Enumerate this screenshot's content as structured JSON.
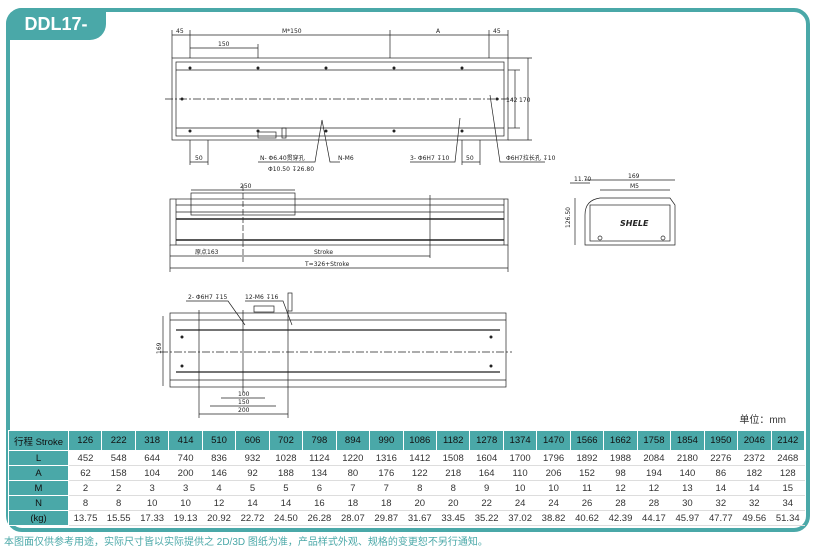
{
  "title": "DDL17-8009",
  "unit_label": "单位：mm",
  "drawing": {
    "top_view": {
      "dim_45_left": "45",
      "dim_m150": "M*150",
      "dim_a": "A",
      "dim_45_right": "45",
      "dim_150": "150",
      "dim_142": "142",
      "dim_170": "170",
      "dim_50_left": "50",
      "dim_50_right": "50",
      "note_holes": "N- Φ6.40贯穿孔",
      "note_counterbore": "Φ10.50 ↧26.80",
      "note_nm6": "N-M6",
      "note_pin": "3- Φ6H7 ↧10",
      "note_slot": "Φ6H7拉长孔 ↧10"
    },
    "front_view": {
      "dim_250": "250",
      "dim_origin": "原点163",
      "dim_stroke": "Stroke",
      "dim_total": "T=326+Stroke"
    },
    "side_view": {
      "dim_1170": "11.70",
      "dim_169": "169",
      "dim_m5": "M5",
      "dim_12650": "126.50",
      "brand": "SHELE"
    },
    "bottom_view": {
      "note_pin": "2- Φ6H7 ↧15",
      "note_m6": "12-M6 ↧16",
      "dim_height": "169",
      "dim_100": "100",
      "dim_150": "150",
      "dim_200": "200"
    }
  },
  "table": {
    "header_label": "行程 Stroke",
    "strokes": [
      "126",
      "222",
      "318",
      "414",
      "510",
      "606",
      "702",
      "798",
      "894",
      "990",
      "1086",
      "1182",
      "1278",
      "1374",
      "1470",
      "1566",
      "1662",
      "1758",
      "1854",
      "1950",
      "2046",
      "2142"
    ],
    "rows": [
      {
        "label": "L",
        "values": [
          "452",
          "548",
          "644",
          "740",
          "836",
          "932",
          "1028",
          "1124",
          "1220",
          "1316",
          "1412",
          "1508",
          "1604",
          "1700",
          "1796",
          "1892",
          "1988",
          "2084",
          "2180",
          "2276",
          "2372",
          "2468"
        ]
      },
      {
        "label": "A",
        "values": [
          "62",
          "158",
          "104",
          "200",
          "146",
          "92",
          "188",
          "134",
          "80",
          "176",
          "122",
          "218",
          "164",
          "110",
          "206",
          "152",
          "98",
          "194",
          "140",
          "86",
          "182",
          "128"
        ]
      },
      {
        "label": "M",
        "values": [
          "2",
          "2",
          "3",
          "3",
          "4",
          "5",
          "5",
          "6",
          "7",
          "7",
          "8",
          "8",
          "9",
          "10",
          "10",
          "11",
          "12",
          "12",
          "13",
          "14",
          "14",
          "15"
        ]
      },
      {
        "label": "N",
        "values": [
          "8",
          "8",
          "10",
          "10",
          "12",
          "14",
          "14",
          "16",
          "18",
          "18",
          "20",
          "20",
          "22",
          "24",
          "24",
          "26",
          "28",
          "28",
          "30",
          "32",
          "32",
          "34"
        ]
      },
      {
        "label": "(kg)",
        "values": [
          "13.75",
          "15.55",
          "17.33",
          "19.13",
          "20.92",
          "22.72",
          "24.50",
          "26.28",
          "28.07",
          "29.87",
          "31.67",
          "33.45",
          "35.22",
          "37.02",
          "38.82",
          "40.62",
          "42.39",
          "44.17",
          "45.97",
          "47.77",
          "49.56",
          "51.34"
        ]
      }
    ]
  },
  "footer": "本图面仅供参考用途，实际尺寸皆以实际提供之 2D/3D 图纸为准，产品样式外观、规格的变更恕不另行通知。",
  "colors": {
    "accent": "#4aa8a8"
  }
}
